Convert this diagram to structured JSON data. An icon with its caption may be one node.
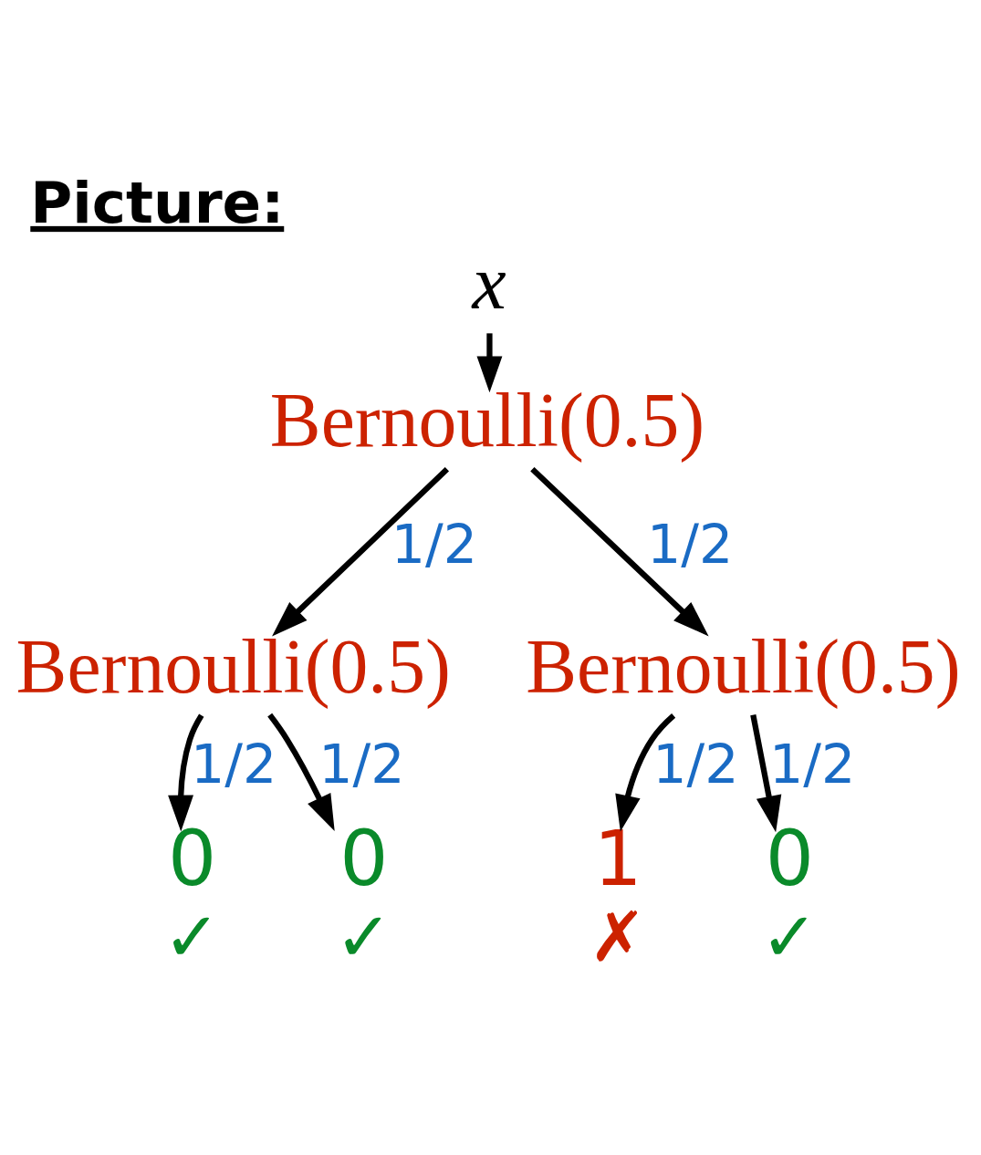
{
  "diagram": {
    "title": "Picture:",
    "nodes": [
      {
        "text": [
          "x"
        ]
      },
      {
        "text": [
          "Bernoulli(0.5)"
        ]
      },
      {
        "text": [
          "Bernoulli(0.5)"
        ]
      },
      {
        "text": [
          "Bernoulli(0.5)"
        ]
      },
      {
        "text": [
          "0"
        ],
        "beside": [
          "✓"
        ]
      },
      {
        "text": [
          "0"
        ],
        "beside": [
          "✓"
        ]
      },
      {
        "text": [
          "1"
        ],
        "beside": [
          "✗"
        ]
      },
      {
        "text": [
          "0"
        ],
        "beside": [
          "✓"
        ]
      }
    ],
    "edges": [
      {
        "from": 0,
        "to": 1,
        "arrow": "to"
      },
      {
        "from": 1,
        "to": 2,
        "arrow": "to",
        "label": "1/2"
      },
      {
        "from": 1,
        "to": 3,
        "arrow": "to",
        "label": "1/2"
      },
      {
        "from": 2,
        "to": 4,
        "arrow": "to",
        "label": "1/2"
      },
      {
        "from": 2,
        "to": 5,
        "arrow": "to",
        "label": "1/2"
      },
      {
        "from": 3,
        "to": 6,
        "arrow": "to",
        "label": "1/2"
      },
      {
        "from": 3,
        "to": 7,
        "arrow": "to",
        "label": "1/2"
      }
    ]
  }
}
